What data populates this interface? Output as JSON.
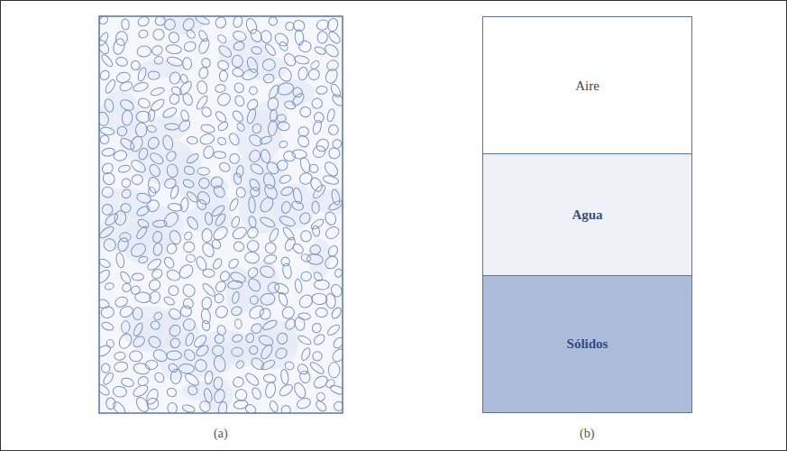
{
  "diagram": {
    "nodes": [
      {
        "text": [
          "Aire"
        ]
      },
      {
        "text": [
          "Agua"
        ]
      },
      {
        "text": [
          "Sólidos"
        ]
      }
    ],
    "labels": [
      "(a)",
      "(b)"
    ]
  }
}
